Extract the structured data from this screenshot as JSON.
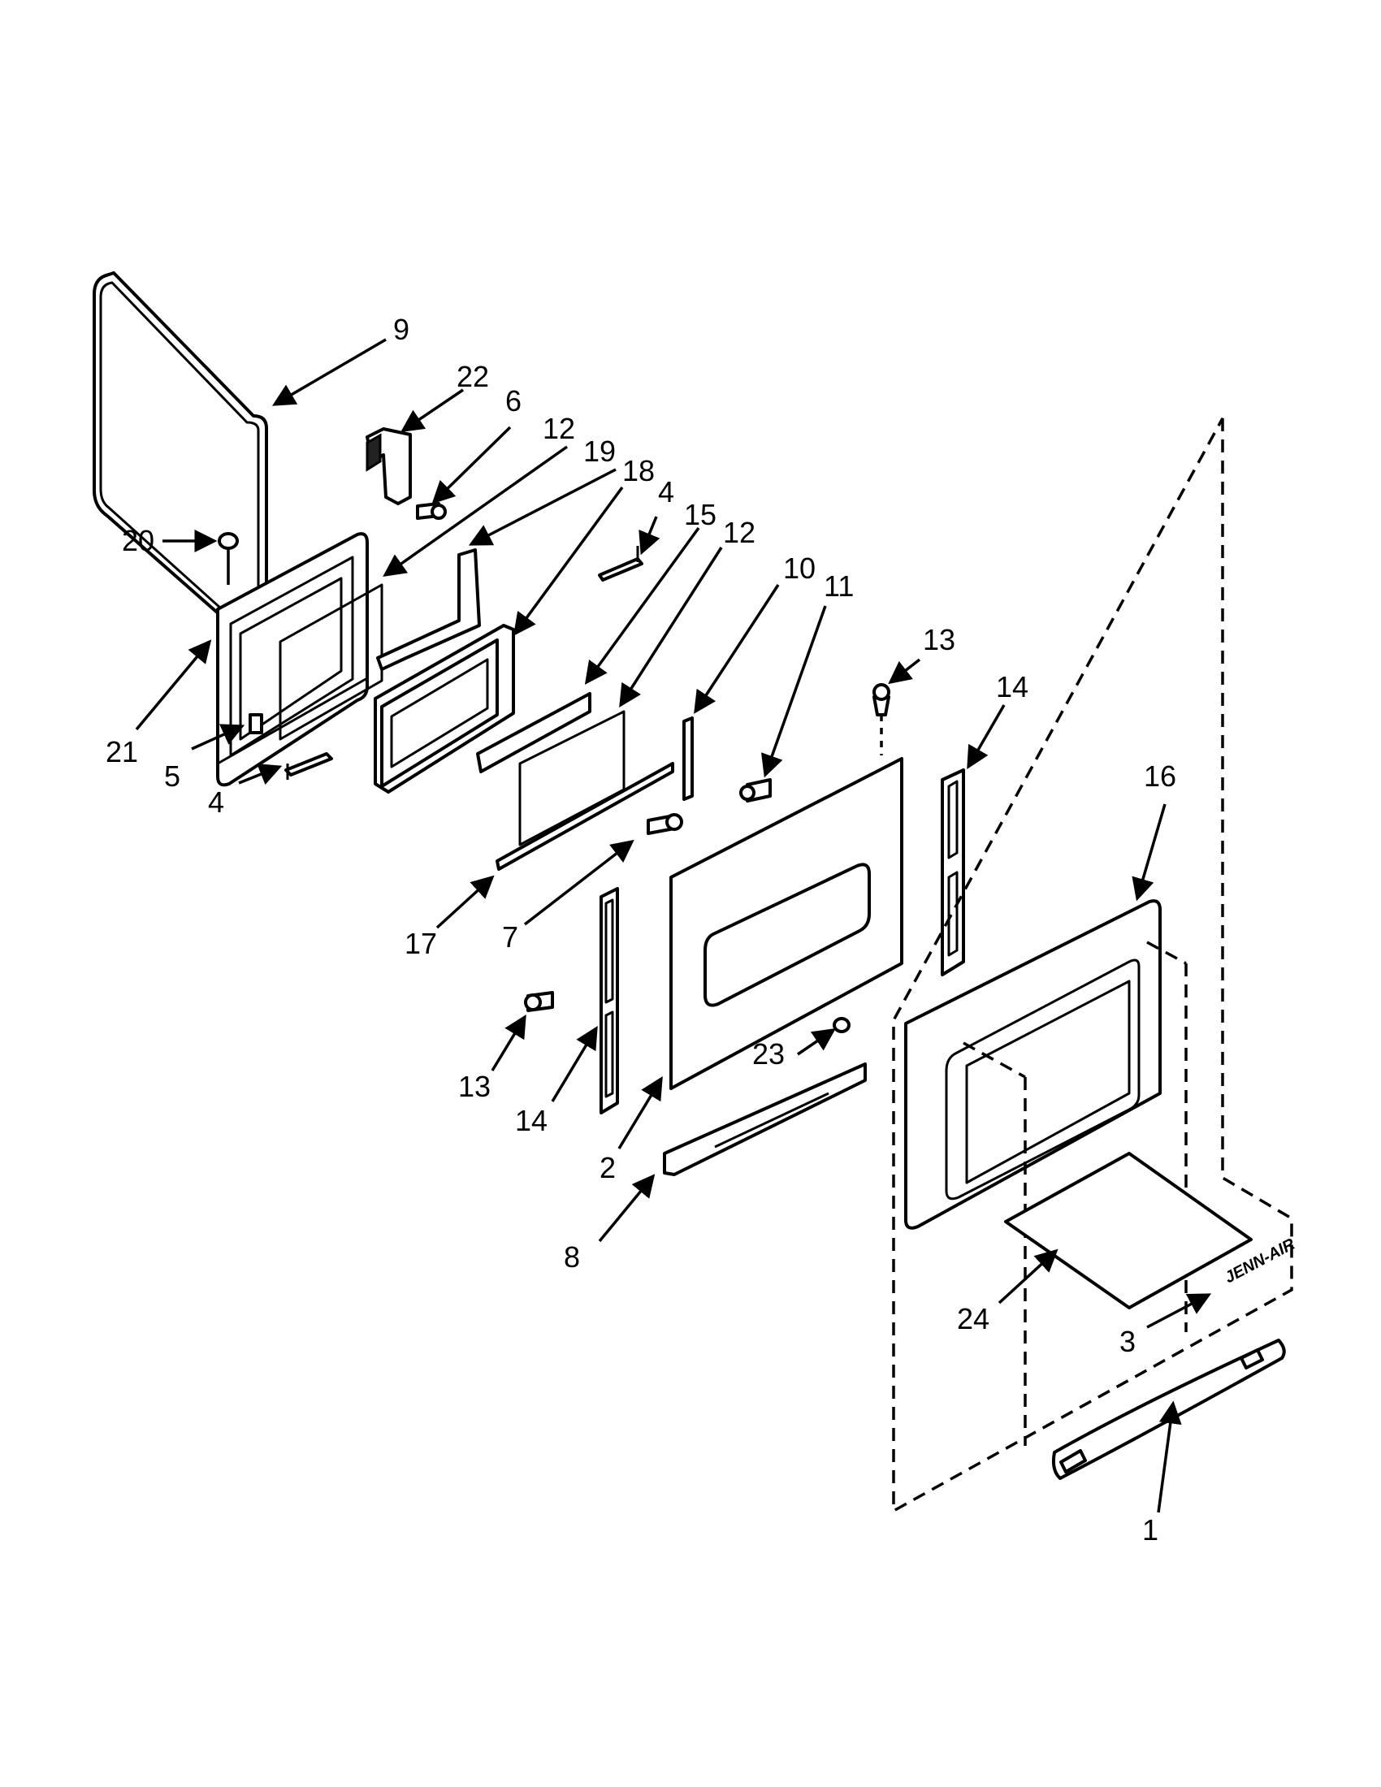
{
  "brand_mark": "JENN-AIR",
  "callouts": [
    {
      "id": "c9",
      "text": "9"
    },
    {
      "id": "c22",
      "text": "22"
    },
    {
      "id": "c6",
      "text": "6"
    },
    {
      "id": "c12a",
      "text": "12"
    },
    {
      "id": "c19",
      "text": "19"
    },
    {
      "id": "c18",
      "text": "18"
    },
    {
      "id": "c4a",
      "text": "4"
    },
    {
      "id": "c15",
      "text": "15"
    },
    {
      "id": "c12b",
      "text": "12"
    },
    {
      "id": "c10",
      "text": "10"
    },
    {
      "id": "c11",
      "text": "11"
    },
    {
      "id": "c13a",
      "text": "13"
    },
    {
      "id": "c14a",
      "text": "14"
    },
    {
      "id": "c16",
      "text": "16"
    },
    {
      "id": "c20",
      "text": "20"
    },
    {
      "id": "c21",
      "text": "21"
    },
    {
      "id": "c5",
      "text": "5"
    },
    {
      "id": "c4b",
      "text": "4"
    },
    {
      "id": "c17",
      "text": "17"
    },
    {
      "id": "c7",
      "text": "7"
    },
    {
      "id": "c13b",
      "text": "13"
    },
    {
      "id": "c14b",
      "text": "14"
    },
    {
      "id": "c23",
      "text": "23"
    },
    {
      "id": "c2",
      "text": "2"
    },
    {
      "id": "c8",
      "text": "8"
    },
    {
      "id": "c24",
      "text": "24"
    },
    {
      "id": "c3",
      "text": "3"
    },
    {
      "id": "c1",
      "text": "1"
    }
  ]
}
